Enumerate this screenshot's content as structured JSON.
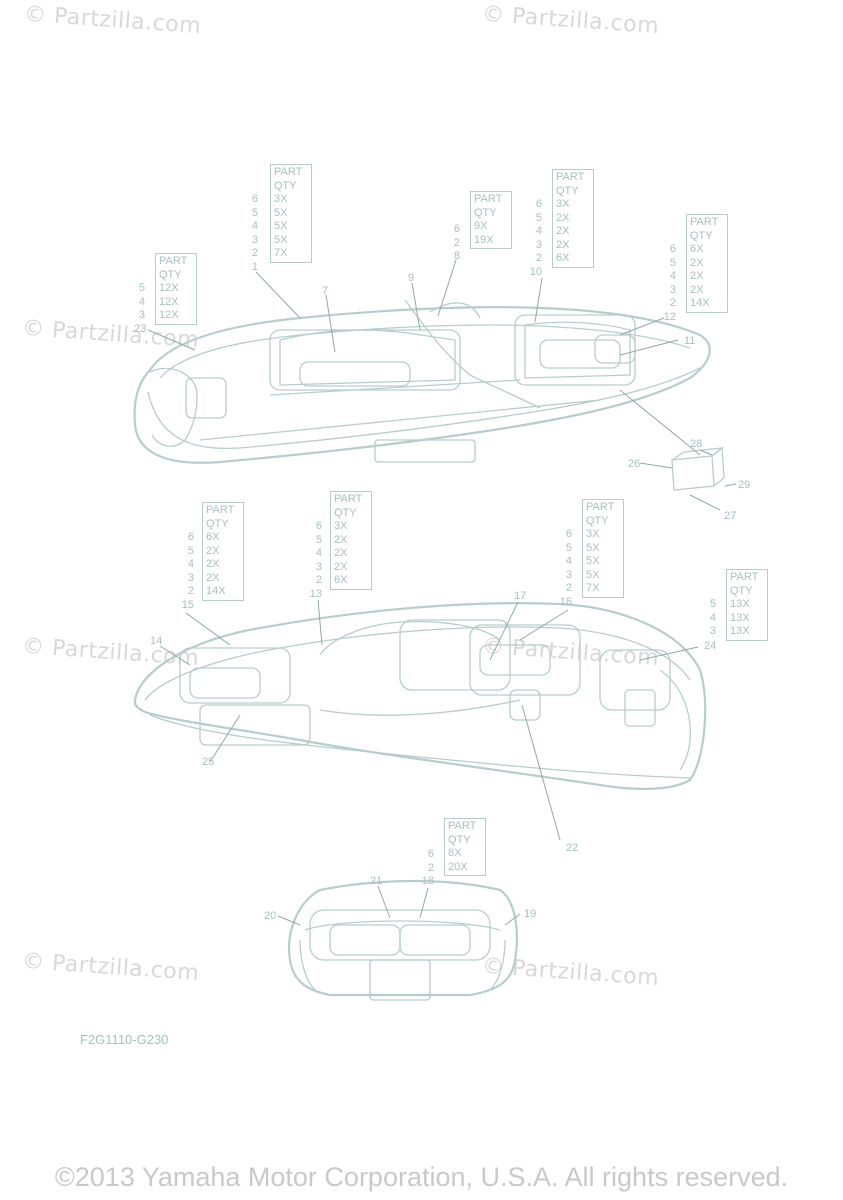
{
  "watermarks": [
    "© Partzilla.com",
    "© Partzilla.com",
    "© Partzilla.com",
    "© Partzilla.com",
    "© Partzilla.com",
    "© Partzilla.com",
    "© Partzilla.com"
  ],
  "qty_tables": [
    {
      "header": [
        "PART",
        "QTY"
      ],
      "rows": [
        {
          "part": "6",
          "qty": "3X"
        },
        {
          "part": "5",
          "qty": "5X"
        },
        {
          "part": "4",
          "qty": "5X"
        },
        {
          "part": "3",
          "qty": "5X"
        },
        {
          "part": "2",
          "qty": "7X"
        }
      ],
      "label": "1"
    },
    {
      "header": [
        "PART",
        "QTY"
      ],
      "rows": [
        {
          "part": "6",
          "qty": "9X"
        },
        {
          "part": "2",
          "qty": "19X"
        }
      ],
      "label": "8"
    },
    {
      "header": [
        "PART",
        "QTY"
      ],
      "rows": [
        {
          "part": "6",
          "qty": "3X"
        },
        {
          "part": "5",
          "qty": "2X"
        },
        {
          "part": "4",
          "qty": "2X"
        },
        {
          "part": "3",
          "qty": "2X"
        },
        {
          "part": "2",
          "qty": "6X"
        }
      ],
      "label": "10"
    },
    {
      "header": [
        "PART",
        "QTY"
      ],
      "rows": [
        {
          "part": "6",
          "qty": "6X"
        },
        {
          "part": "5",
          "qty": "2X"
        },
        {
          "part": "4",
          "qty": "2X"
        },
        {
          "part": "3",
          "qty": "2X"
        },
        {
          "part": "2",
          "qty": "14X"
        }
      ],
      "label": "12"
    },
    {
      "header": [
        "PART",
        "QTY"
      ],
      "rows": [
        {
          "part": "5",
          "qty": "12X"
        },
        {
          "part": "4",
          "qty": "12X"
        },
        {
          "part": "3",
          "qty": "12X"
        }
      ],
      "label": "23"
    },
    {
      "header": [
        "PART",
        "QTY"
      ],
      "rows": [
        {
          "part": "6",
          "qty": "6X"
        },
        {
          "part": "5",
          "qty": "2X"
        },
        {
          "part": "4",
          "qty": "2X"
        },
        {
          "part": "3",
          "qty": "2X"
        },
        {
          "part": "2",
          "qty": "14X"
        }
      ],
      "label": "15"
    },
    {
      "header": [
        "PART",
        "QTY"
      ],
      "rows": [
        {
          "part": "6",
          "qty": "3X"
        },
        {
          "part": "5",
          "qty": "2X"
        },
        {
          "part": "4",
          "qty": "2X"
        },
        {
          "part": "3",
          "qty": "2X"
        },
        {
          "part": "2",
          "qty": "6X"
        }
      ],
      "label": "13"
    },
    {
      "header": [
        "PART",
        "QTY"
      ],
      "rows": [
        {
          "part": "6",
          "qty": "3X"
        },
        {
          "part": "5",
          "qty": "5X"
        },
        {
          "part": "4",
          "qty": "5X"
        },
        {
          "part": "3",
          "qty": "5X"
        },
        {
          "part": "2",
          "qty": "7X"
        }
      ],
      "label": "16"
    },
    {
      "header": [
        "PART",
        "QTY"
      ],
      "rows": [
        {
          "part": "5",
          "qty": "13X"
        },
        {
          "part": "4",
          "qty": "13X"
        },
        {
          "part": "3",
          "qty": "13X"
        }
      ],
      "label": "24"
    },
    {
      "header": [
        "PART",
        "QTY"
      ],
      "rows": [
        {
          "part": "6",
          "qty": "8X"
        },
        {
          "part": "2",
          "qty": "20X"
        }
      ],
      "label": "18"
    }
  ],
  "callouts": [
    "7",
    "9",
    "11",
    "26",
    "28",
    "29",
    "27",
    "14",
    "17",
    "25",
    "22",
    "21",
    "20",
    "19"
  ],
  "diagram_code": "F2G1110-G230",
  "copyright": "©2013 Yamaha Motor Corporation, U.S.A. All rights reserved."
}
